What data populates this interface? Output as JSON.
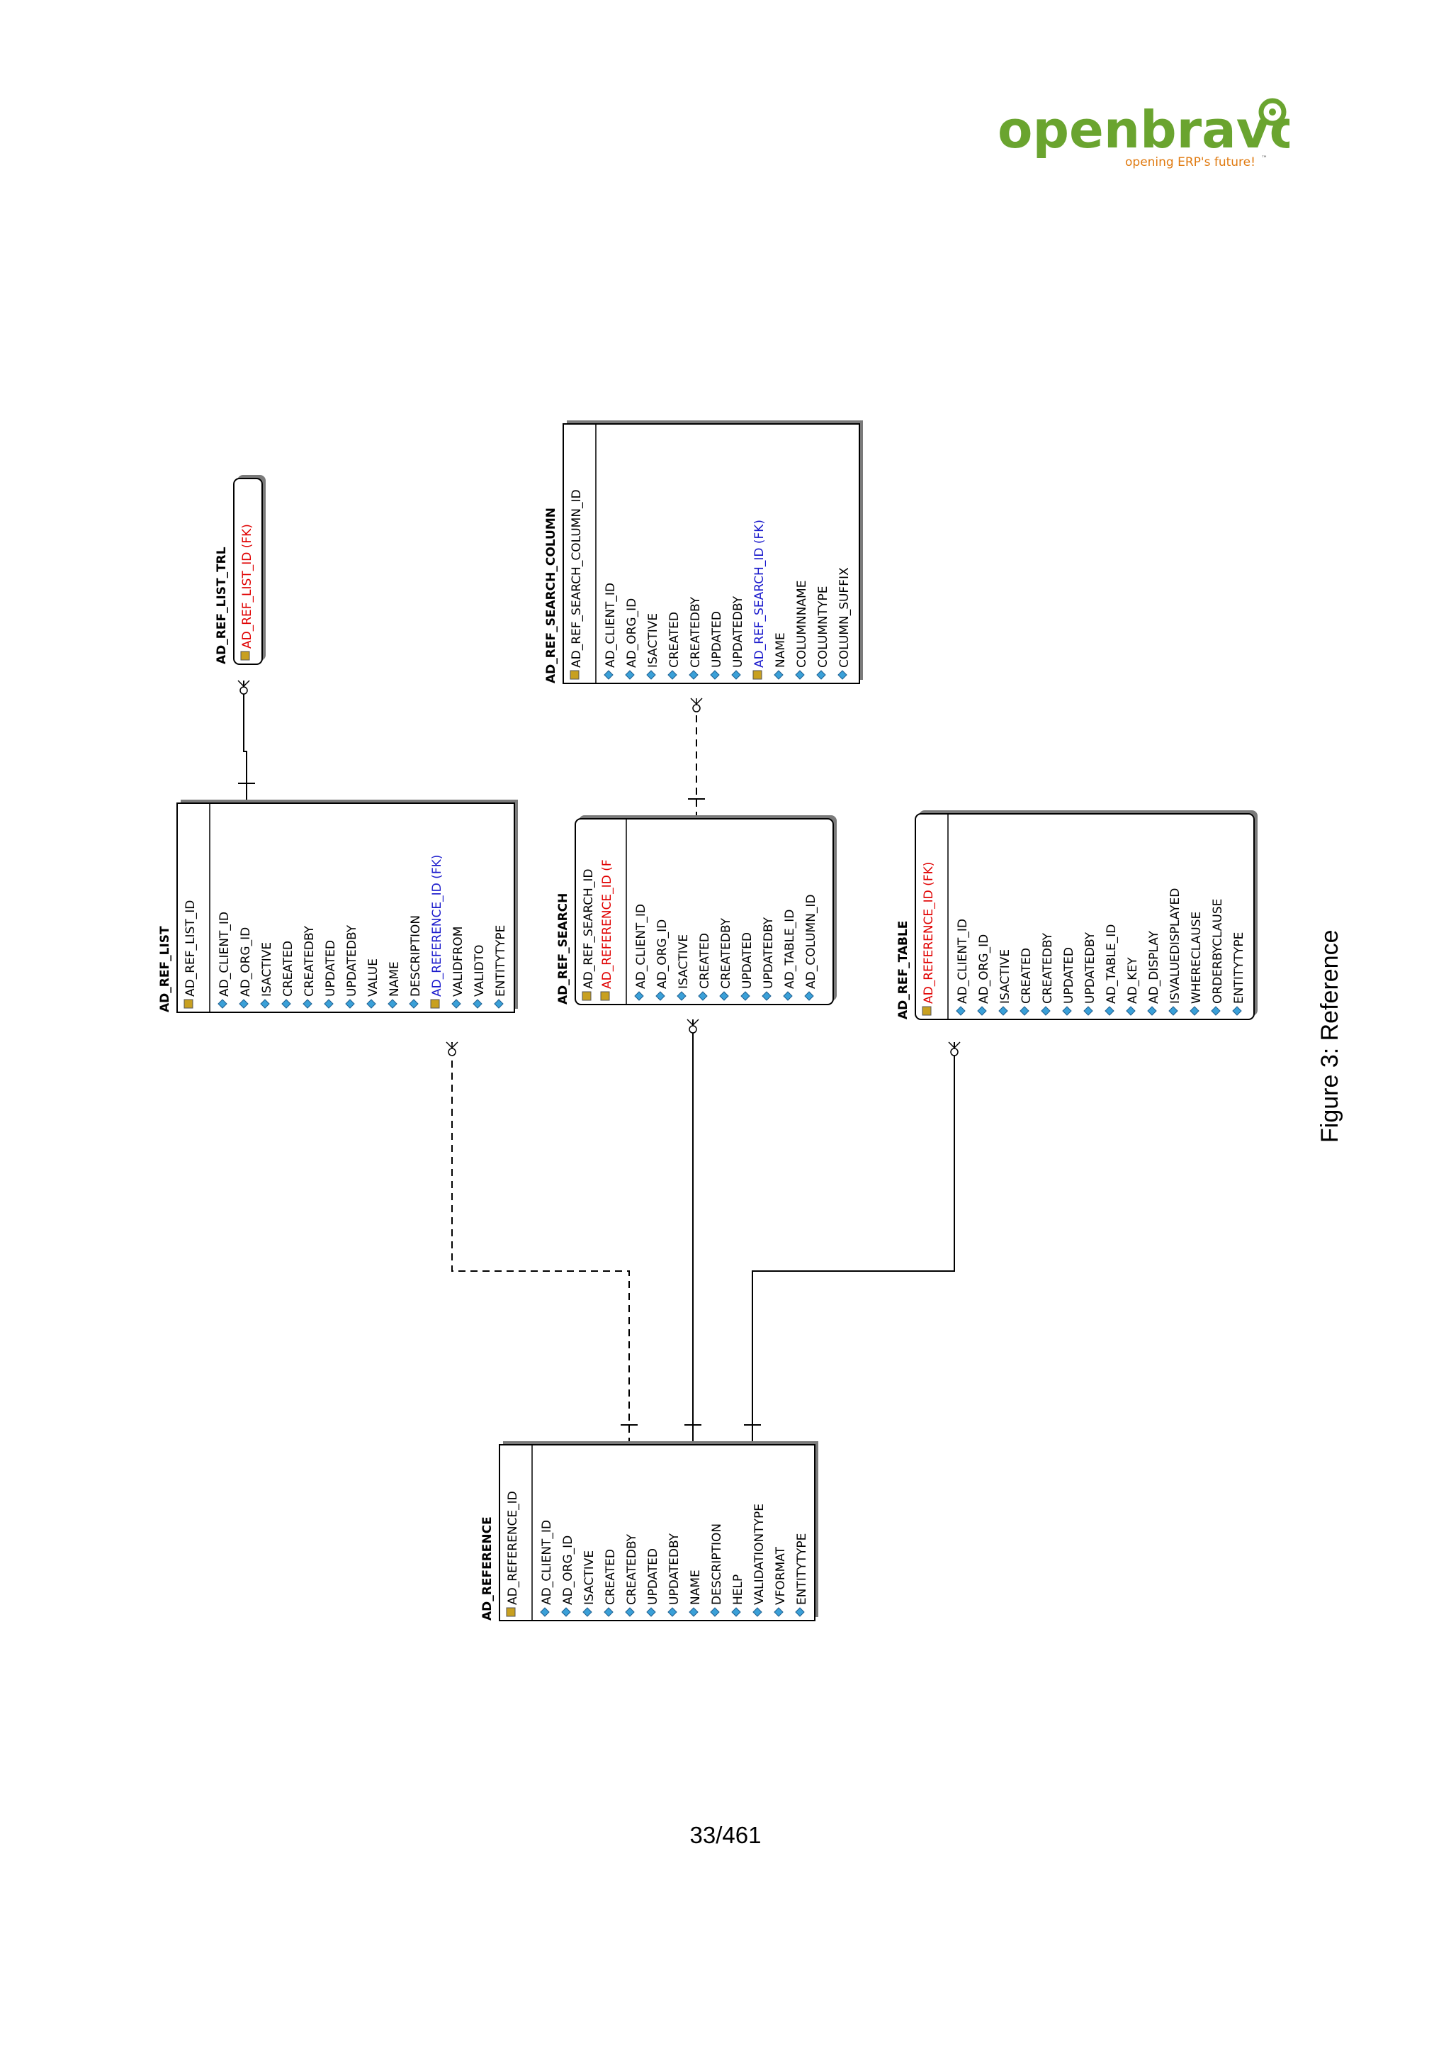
{
  "logo": {
    "brand": "openbravo",
    "tagline": "opening ERP's future!",
    "trademark": "™",
    "brand_color": "#6aa42f",
    "tagline_color": "#e07a10"
  },
  "diagram": {
    "entities": [
      {
        "id": "ad_ref_list_trl",
        "name": "AD_REF_LIST_TRL",
        "pk": [
          {
            "name": "AD_REF_LIST_ID (FK)",
            "style": "fk-red"
          }
        ],
        "columns": []
      },
      {
        "id": "ad_ref_search_column",
        "name": "AD_REF_SEARCH_COLUMN",
        "pk": [
          {
            "name": "AD_REF_SEARCH_COLUMN_ID",
            "style": "normal"
          }
        ],
        "columns": [
          {
            "name": "AD_CLIENT_ID",
            "style": "normal"
          },
          {
            "name": "AD_ORG_ID",
            "style": "normal"
          },
          {
            "name": "ISACTIVE",
            "style": "normal"
          },
          {
            "name": "CREATED",
            "style": "normal"
          },
          {
            "name": "CREATEDBY",
            "style": "normal"
          },
          {
            "name": "UPDATED",
            "style": "normal"
          },
          {
            "name": "UPDATEDBY",
            "style": "normal"
          },
          {
            "name": "AD_REF_SEARCH_ID (FK)",
            "style": "fk-blue"
          },
          {
            "name": "NAME",
            "style": "normal"
          },
          {
            "name": "COLUMNNAME",
            "style": "normal"
          },
          {
            "name": "COLUMNTYPE",
            "style": "normal"
          },
          {
            "name": "COLUMN_SUFFIX",
            "style": "normal"
          }
        ]
      },
      {
        "id": "ad_ref_list",
        "name": "AD_REF_LIST",
        "pk": [
          {
            "name": "AD_REF_LIST_ID",
            "style": "normal"
          }
        ],
        "columns": [
          {
            "name": "AD_CLIENT_ID",
            "style": "normal"
          },
          {
            "name": "AD_ORG_ID",
            "style": "normal"
          },
          {
            "name": "ISACTIVE",
            "style": "normal"
          },
          {
            "name": "CREATED",
            "style": "normal"
          },
          {
            "name": "CREATEDBY",
            "style": "normal"
          },
          {
            "name": "UPDATED",
            "style": "normal"
          },
          {
            "name": "UPDATEDBY",
            "style": "normal"
          },
          {
            "name": "VALUE",
            "style": "normal"
          },
          {
            "name": "NAME",
            "style": "normal"
          },
          {
            "name": "DESCRIPTION",
            "style": "normal"
          },
          {
            "name": "AD_REFERENCE_ID (FK)",
            "style": "fk-blue"
          },
          {
            "name": "VALIDFROM",
            "style": "normal"
          },
          {
            "name": "VALIDTO",
            "style": "normal"
          },
          {
            "name": "ENTITYTYPE",
            "style": "normal"
          }
        ]
      },
      {
        "id": "ad_ref_search",
        "name": "AD_REF_SEARCH",
        "pk": [
          {
            "name": "AD_REF_SEARCH_ID",
            "style": "normal"
          },
          {
            "name": "AD_REFERENCE_ID (F",
            "style": "fk-red"
          }
        ],
        "columns": [
          {
            "name": "AD_CLIENT_ID",
            "style": "normal"
          },
          {
            "name": "AD_ORG_ID",
            "style": "normal"
          },
          {
            "name": "ISACTIVE",
            "style": "normal"
          },
          {
            "name": "CREATED",
            "style": "normal"
          },
          {
            "name": "CREATEDBY",
            "style": "normal"
          },
          {
            "name": "UPDATED",
            "style": "normal"
          },
          {
            "name": "UPDATEDBY",
            "style": "normal"
          },
          {
            "name": "AD_TABLE_ID",
            "style": "normal"
          },
          {
            "name": "AD_COLUMN_ID",
            "style": "normal"
          }
        ]
      },
      {
        "id": "ad_ref_table",
        "name": "AD_REF_TABLE",
        "pk": [
          {
            "name": "AD_REFERENCE_ID (FK)",
            "style": "fk-red"
          }
        ],
        "columns": [
          {
            "name": "AD_CLIENT_ID",
            "style": "normal"
          },
          {
            "name": "AD_ORG_ID",
            "style": "normal"
          },
          {
            "name": "ISACTIVE",
            "style": "normal"
          },
          {
            "name": "CREATED",
            "style": "normal"
          },
          {
            "name": "CREATEDBY",
            "style": "normal"
          },
          {
            "name": "UPDATED",
            "style": "normal"
          },
          {
            "name": "UPDATEDBY",
            "style": "normal"
          },
          {
            "name": "AD_TABLE_ID",
            "style": "normal"
          },
          {
            "name": "AD_KEY",
            "style": "normal"
          },
          {
            "name": "AD_DISPLAY",
            "style": "normal"
          },
          {
            "name": "ISVALUEDISPLAYED",
            "style": "normal"
          },
          {
            "name": "WHERECLAUSE",
            "style": "normal"
          },
          {
            "name": "ORDERBYCLAUSE",
            "style": "normal"
          },
          {
            "name": "ENTITYTYPE",
            "style": "normal"
          }
        ]
      },
      {
        "id": "ad_reference",
        "name": "AD_REFERENCE",
        "pk": [
          {
            "name": "AD_REFERENCE_ID",
            "style": "normal"
          }
        ],
        "columns": [
          {
            "name": "AD_CLIENT_ID",
            "style": "normal"
          },
          {
            "name": "AD_ORG_ID",
            "style": "normal"
          },
          {
            "name": "ISACTIVE",
            "style": "normal"
          },
          {
            "name": "CREATED",
            "style": "normal"
          },
          {
            "name": "CREATEDBY",
            "style": "normal"
          },
          {
            "name": "UPDATED",
            "style": "normal"
          },
          {
            "name": "UPDATEDBY",
            "style": "normal"
          },
          {
            "name": "NAME",
            "style": "normal"
          },
          {
            "name": "DESCRIPTION",
            "style": "normal"
          },
          {
            "name": "HELP",
            "style": "normal"
          },
          {
            "name": "VALIDATIONTYPE",
            "style": "normal"
          },
          {
            "name": "VFORMAT",
            "style": "normal"
          },
          {
            "name": "ENTITYTYPE",
            "style": "normal"
          }
        ]
      }
    ],
    "relationships": [
      {
        "from": "ad_reference",
        "to": "ad_ref_list",
        "line": "dashed"
      },
      {
        "from": "ad_reference",
        "to": "ad_ref_search",
        "line": "solid"
      },
      {
        "from": "ad_reference",
        "to": "ad_ref_table",
        "line": "solid"
      },
      {
        "from": "ad_ref_list",
        "to": "ad_ref_list_trl",
        "line": "solid"
      },
      {
        "from": "ad_ref_search",
        "to": "ad_ref_search_column",
        "line": "dashed"
      }
    ],
    "colors": {
      "fk_red": "#e00000",
      "fk_blue": "#1a1acc",
      "attribute_icon": "#3aa0d8",
      "key_icon": "#c8a020"
    }
  },
  "caption": "Figure 3: Reference",
  "page_number": "33/461"
}
